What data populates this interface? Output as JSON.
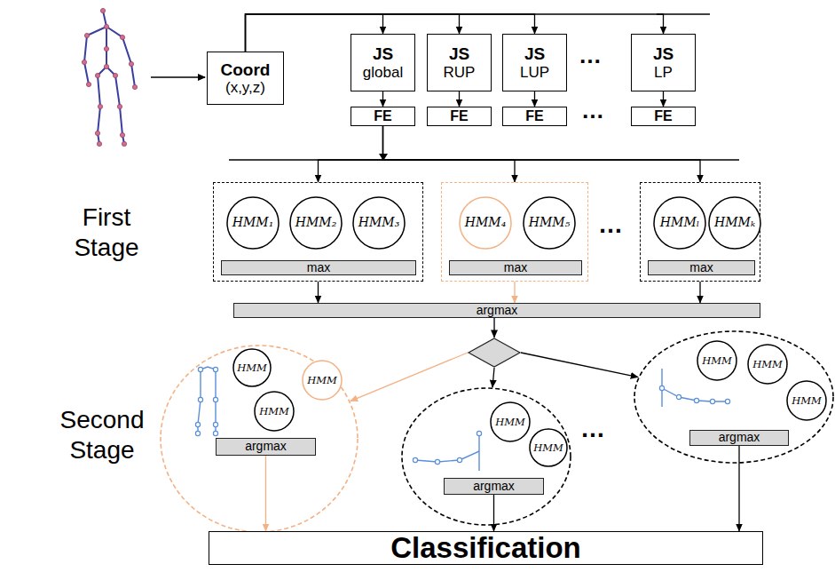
{
  "diagram": {
    "nodes": [
      {
        "text": [
          "Coord",
          "(x,y,z)"
        ]
      },
      {
        "text": [
          "JS",
          "global"
        ]
      },
      {
        "text": [
          "JS",
          "RUP"
        ]
      },
      {
        "text": [
          "JS",
          "LUP"
        ]
      },
      {
        "text": [
          "JS",
          "LP"
        ]
      },
      {
        "text": [
          "FE"
        ]
      },
      {
        "text": [
          "FE"
        ]
      },
      {
        "text": [
          "FE"
        ]
      },
      {
        "text": [
          "FE"
        ]
      },
      {
        "text": []
      },
      {
        "text": [
          "HMM₁"
        ],
        "in": 9
      },
      {
        "text": [
          "HMM₂"
        ],
        "in": 9
      },
      {
        "text": [
          "HMM₃"
        ],
        "in": 9
      },
      {
        "text": [
          "max"
        ],
        "in": 9
      },
      {
        "text": []
      },
      {
        "text": [
          "HMM₄"
        ],
        "in": 14
      },
      {
        "text": [
          "HMM₅"
        ],
        "in": 14
      },
      {
        "text": [
          "max"
        ],
        "in": 14
      },
      {
        "text": []
      },
      {
        "text": [
          "HMMₗ"
        ],
        "in": 18
      },
      {
        "text": [
          "HMMₖ"
        ],
        "in": 18
      },
      {
        "text": [
          "max"
        ],
        "in": 18
      },
      {
        "text": [
          "argmax"
        ]
      },
      {
        "text": []
      },
      {
        "text": []
      },
      {
        "text": [
          "HMM"
        ],
        "in": 24
      },
      {
        "text": [
          "HMM"
        ],
        "in": 24
      },
      {
        "text": [
          "HMM"
        ],
        "in": 24
      },
      {
        "text": [
          "argmax"
        ],
        "in": 24
      },
      {
        "text": []
      },
      {
        "text": [
          "HMM"
        ],
        "in": 29
      },
      {
        "text": [
          "HMM"
        ],
        "in": 29
      },
      {
        "text": [
          "argmax"
        ],
        "in": 29
      },
      {
        "text": []
      },
      {
        "text": [
          "HMM"
        ],
        "in": 33
      },
      {
        "text": [
          "HMM"
        ],
        "in": 33
      },
      {
        "text": [
          "HMM"
        ],
        "in": 33
      },
      {
        "text": [
          "argmax"
        ],
        "in": 33
      },
      {
        "text": [
          "Classification"
        ]
      }
    ],
    "edges": [
      {
        "from": 0,
        "to": 1,
        "arrow": "to"
      },
      {
        "from": 0,
        "to": 2,
        "arrow": "to"
      },
      {
        "from": 0,
        "to": 3,
        "arrow": "to"
      },
      {
        "from": 0,
        "to": 4,
        "arrow": "to"
      },
      {
        "from": 1,
        "to": 5,
        "arrow": "to"
      },
      {
        "from": 2,
        "to": 6,
        "arrow": "to"
      },
      {
        "from": 3,
        "to": 7,
        "arrow": "to"
      },
      {
        "from": 4,
        "to": 8,
        "arrow": "to"
      },
      {
        "from": 5,
        "to": 9,
        "arrow": "to"
      },
      {
        "from": 5,
        "to": 14,
        "arrow": "to"
      },
      {
        "from": 5,
        "to": 18,
        "arrow": "to"
      },
      {
        "from": 9,
        "to": 22,
        "arrow": "to"
      },
      {
        "from": 14,
        "to": 22,
        "arrow": "to"
      },
      {
        "from": 18,
        "to": 22,
        "arrow": "to"
      },
      {
        "from": 22,
        "to": 23,
        "arrow": "to"
      },
      {
        "from": 23,
        "to": 24,
        "arrow": "to"
      },
      {
        "from": 23,
        "to": 29,
        "arrow": "to"
      },
      {
        "from": 23,
        "to": 33,
        "arrow": "to"
      },
      {
        "from": 28,
        "to": 38,
        "arrow": "to"
      },
      {
        "from": 32,
        "to": 38,
        "arrow": "to"
      },
      {
        "from": 37,
        "to": 38,
        "arrow": "to"
      }
    ],
    "labels": [
      "…",
      "…",
      "First Stage",
      "…",
      "Second Stage",
      "…"
    ]
  }
}
